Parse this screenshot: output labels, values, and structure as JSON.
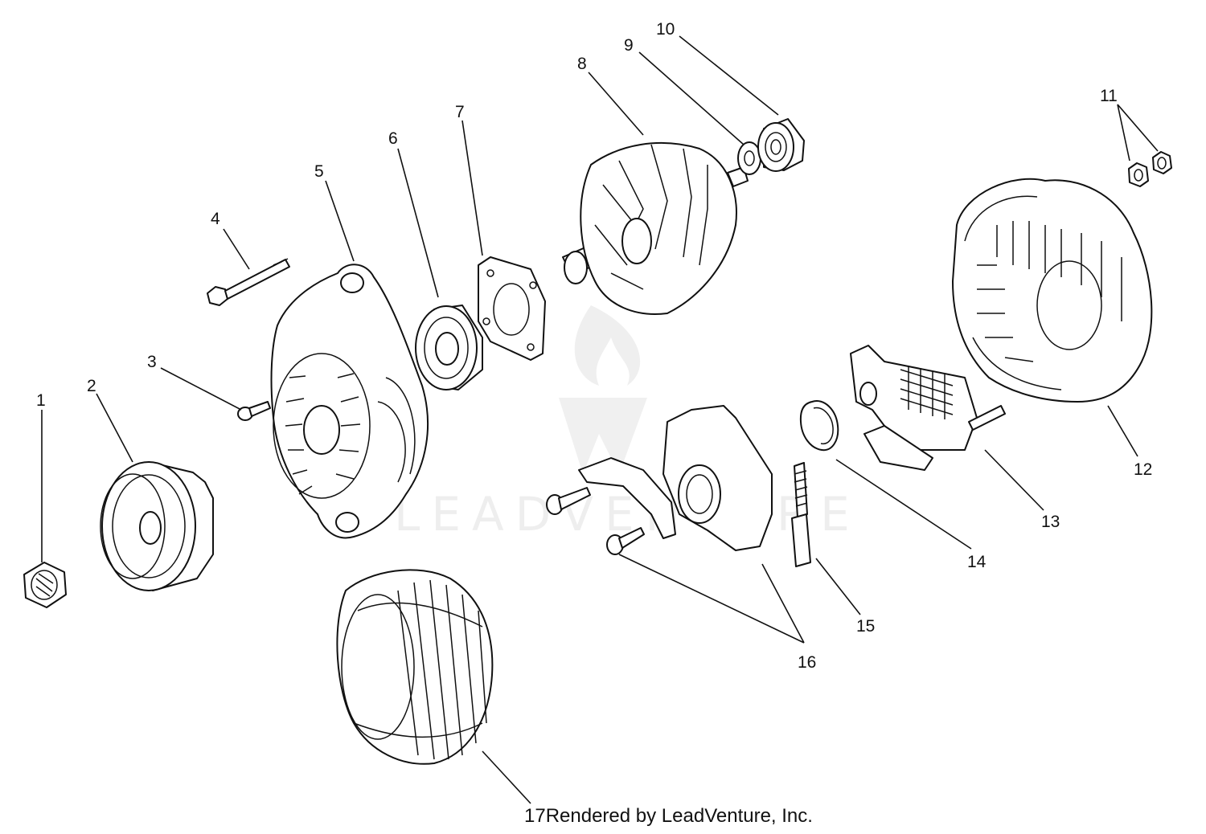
{
  "diagram": {
    "callouts": [
      "1",
      "2",
      "3",
      "4",
      "5",
      "6",
      "7",
      "8",
      "9",
      "10",
      "11",
      "12",
      "13",
      "14",
      "15",
      "16",
      "17"
    ],
    "watermark": "LEADVENTURE",
    "footer_text": "Rendered by LeadVenture, Inc.",
    "line_color": "#111111",
    "watermark_color": "#eeeeee"
  }
}
